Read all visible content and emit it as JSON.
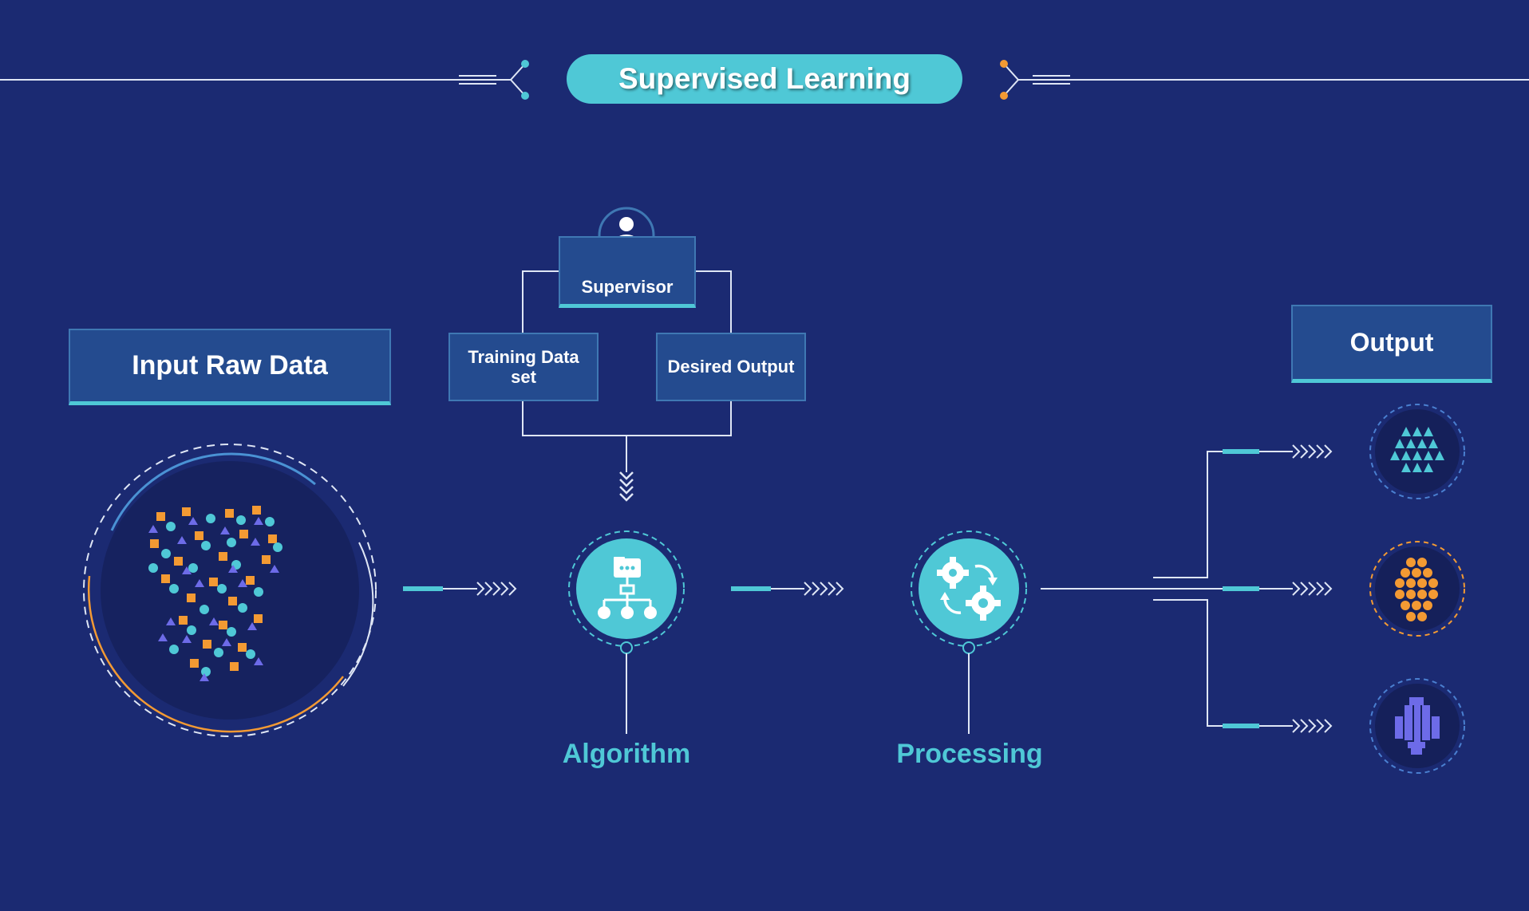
{
  "title": "Supervised Learning",
  "input_label": "Input Raw Data",
  "supervisor_label": "Supervisor",
  "training_label": "Training Data set",
  "desired_label": "Desired Output",
  "algorithm_label": "Algorithm",
  "processing_label": "Processing",
  "output_label": "Output",
  "colors": {
    "background": "#1b2a72",
    "accent_teal": "#4fc8d6",
    "box_fill": "#244b8f",
    "orange": "#f39a33",
    "purple": "#6d6be8",
    "line": "#dfe6f5"
  },
  "icons": [
    "supervisor-person-icon",
    "algorithm-flow-icon",
    "processing-gears-icon",
    "output-triangles-icon",
    "output-circles-icon",
    "output-bars-icon",
    "raw-data-cluster-icon"
  ]
}
